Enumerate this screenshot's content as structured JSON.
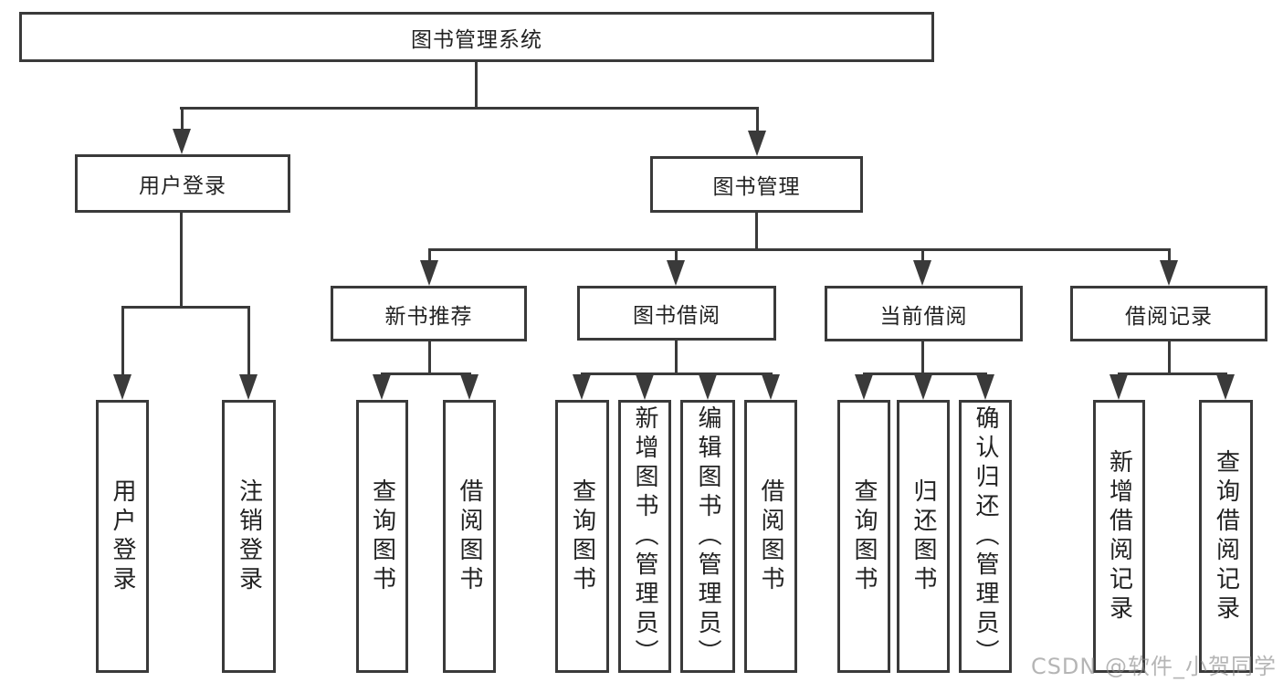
{
  "nodes": {
    "root": "图书管理系统",
    "user_login": "用户登录",
    "book_mgmt": "图书管理",
    "new_book_rec": "新书推荐",
    "book_borrow": "图书借阅",
    "current_borrow": "当前借阅",
    "borrow_records": "借阅记录",
    "ul_user_login": "用户登录",
    "ul_logout": "注销登录",
    "nb_query_book": "查询图书",
    "nb_borrow_book": "借阅图书",
    "bb_query_book": "查询图书",
    "bb_add_book": "新增图书（管理员）",
    "bb_edit_book": "编辑图书（管理员）",
    "bb_borrow_book": "借阅图书",
    "cb_query_book": "查询图书",
    "cb_return_book": "归还图书",
    "cb_confirm_return": "确认归还（管理员）",
    "br_add_record": "新增借阅记录",
    "br_query_record": "查询借阅记录"
  },
  "hierarchy": {
    "图书管理系统": {
      "用户登录": [
        "用户登录",
        "注销登录"
      ],
      "图书管理": {
        "新书推荐": [
          "查询图书",
          "借阅图书"
        ],
        "图书借阅": [
          "查询图书",
          "新增图书（管理员）",
          "编辑图书（管理员）",
          "借阅图书"
        ],
        "当前借阅": [
          "查询图书",
          "归还图书",
          "确认归还（管理员）"
        ],
        "借阅记录": [
          "新增借阅记录",
          "查询借阅记录"
        ]
      }
    }
  },
  "watermark": "CSDN @软件_小贺同学",
  "colors": {
    "line": "#3a3a3a",
    "text": "#222222",
    "background": "#ffffff",
    "watermark": "#878787"
  }
}
